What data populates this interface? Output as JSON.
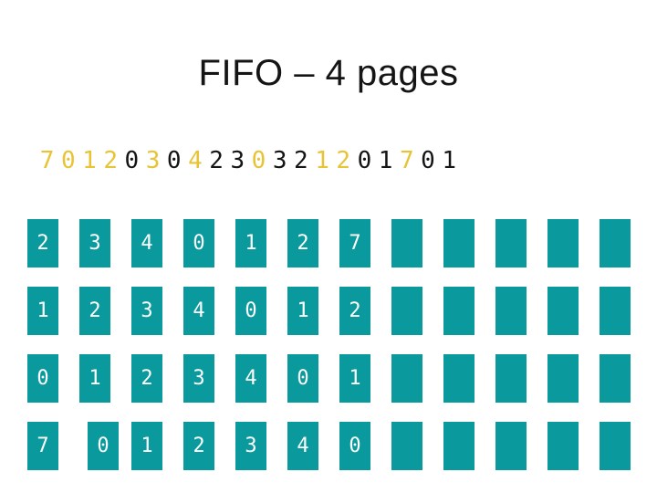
{
  "title": "FIFO – 4 pages",
  "reference_string": [
    {
      "digit": "7",
      "fault": true
    },
    {
      "digit": "0",
      "fault": true
    },
    {
      "digit": "1",
      "fault": true
    },
    {
      "digit": "2",
      "fault": true
    },
    {
      "digit": "0",
      "fault": false
    },
    {
      "digit": "3",
      "fault": true
    },
    {
      "digit": "0",
      "fault": false
    },
    {
      "digit": "4",
      "fault": true
    },
    {
      "digit": "2",
      "fault": false
    },
    {
      "digit": "3",
      "fault": false
    },
    {
      "digit": "0",
      "fault": true
    },
    {
      "digit": "3",
      "fault": false
    },
    {
      "digit": "2",
      "fault": false
    },
    {
      "digit": "1",
      "fault": true
    },
    {
      "digit": "2",
      "fault": true
    },
    {
      "digit": "0",
      "fault": false
    },
    {
      "digit": "1",
      "fault": false
    },
    {
      "digit": "7",
      "fault": true
    },
    {
      "digit": "0",
      "fault": false
    },
    {
      "digit": "1",
      "fault": false
    }
  ],
  "frames_grid": {
    "columns": 12,
    "rows": [
      [
        "2",
        "3",
        "4",
        "0",
        "1",
        "2",
        "7",
        "",
        "",
        "",
        "",
        ""
      ],
      [
        "1",
        "2",
        "3",
        "4",
        "0",
        "1",
        "2",
        "",
        "",
        "",
        "",
        ""
      ],
      [
        "0",
        "1",
        "2",
        "3",
        "4",
        "0",
        "1",
        "",
        "",
        "",
        "",
        ""
      ],
      [
        "7",
        "0",
        "1",
        "2",
        "3",
        "4",
        "0",
        "",
        "",
        "",
        "",
        ""
      ]
    ]
  },
  "colors": {
    "background": "#ffffff",
    "box_teal": "#0a9a9d",
    "fault_yellow": "#e8c435",
    "text_black": "#151515",
    "box_digit_white": "#ffffff"
  }
}
